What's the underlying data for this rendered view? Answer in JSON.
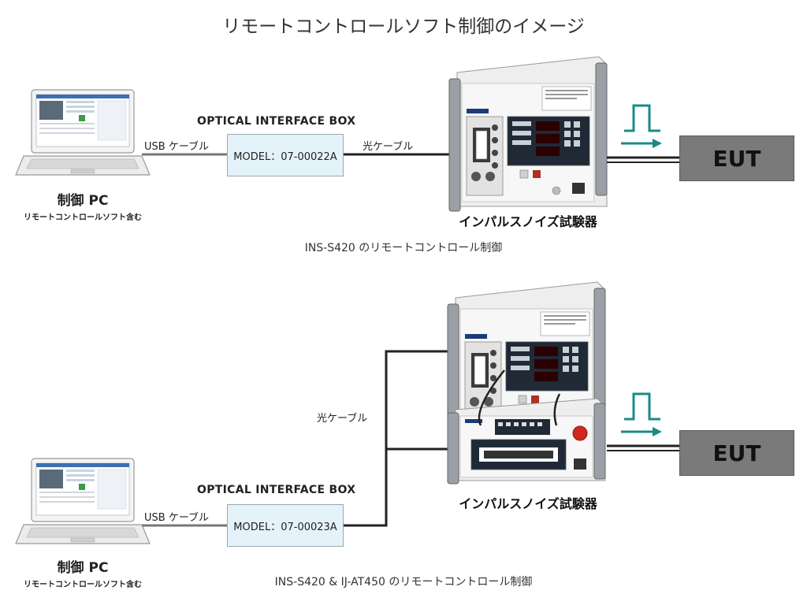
{
  "title": "リモートコントロールソフト制御のイメージ",
  "top": {
    "pc_label": "制御 PC",
    "pc_sublabel": "リモートコントロールソフト含む",
    "usb_label": "USB ケーブル",
    "oib_title": "OPTICAL INTERFACE BOX",
    "oib_model": "MODEL：07-00022A",
    "optical_label": "光ケーブル",
    "device_label": "インパルスノイズ試験器",
    "eut_label": "EUT",
    "caption": "INS-S420 のリモートコントロール制御"
  },
  "bottom": {
    "pc_label": "制御 PC",
    "pc_sublabel": "リモートコントロールソフト含む",
    "usb_label": "USB ケーブル",
    "oib_title": "OPTICAL INTERFACE BOX",
    "oib_model": "MODEL：07-00023A",
    "optical_label": "光ケーブル",
    "device_label": "インパルスノイズ試験器",
    "eut_label": "EUT",
    "caption": "INS-S420 & IJ-AT450 のリモートコントロール制御"
  },
  "colors": {
    "oib_fill": "#e4f2fa",
    "eut_fill": "#7a7a7a",
    "pulse_color": "#1a8a8a",
    "cable_color": "#222222"
  },
  "icons": [
    "laptop-icon",
    "impulse-noise-tester-icon",
    "pulse-waveform-icon",
    "arrow-right-icon"
  ]
}
